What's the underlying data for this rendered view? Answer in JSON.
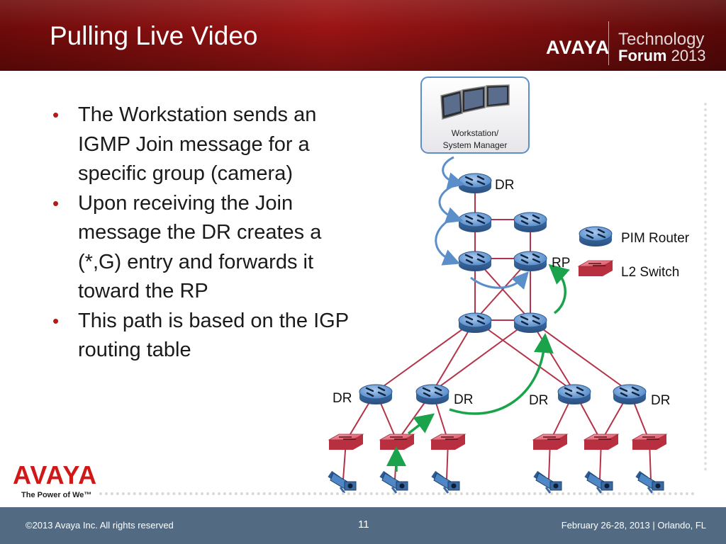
{
  "header": {
    "title": "Pulling Live Video",
    "brand": "AVAYA",
    "forum_line1": "Technology",
    "forum_word": "Forum",
    "forum_year": "2013"
  },
  "bullets": [
    "The Workstation sends an IGMP Join message for a specific group (camera)",
    "Upon receiving the Join message the DR creates a (*,G) entry and forwards it toward the RP",
    "This path is based on the IGP routing table"
  ],
  "diagram": {
    "workstation_label_1": "Workstation/",
    "workstation_label_2": "System Manager",
    "dr_label": "DR",
    "rp_label": "RP",
    "legend_router": "PIM Router",
    "legend_switch": "L2 Switch",
    "colors": {
      "router_blue": "#4f86c6",
      "switch_red": "#d9485a",
      "link_red": "#b5334a",
      "arrow_green": "#1aa34a",
      "arrow_blue": "#5b8fc9"
    }
  },
  "corner_logo": {
    "brand": "AVAYA",
    "tagline": "The Power of We™"
  },
  "footer": {
    "copyright": "©2013 Avaya Inc. All rights reserved",
    "page": "11",
    "event": "February 26-28, 2013 | Orlando, FL"
  }
}
